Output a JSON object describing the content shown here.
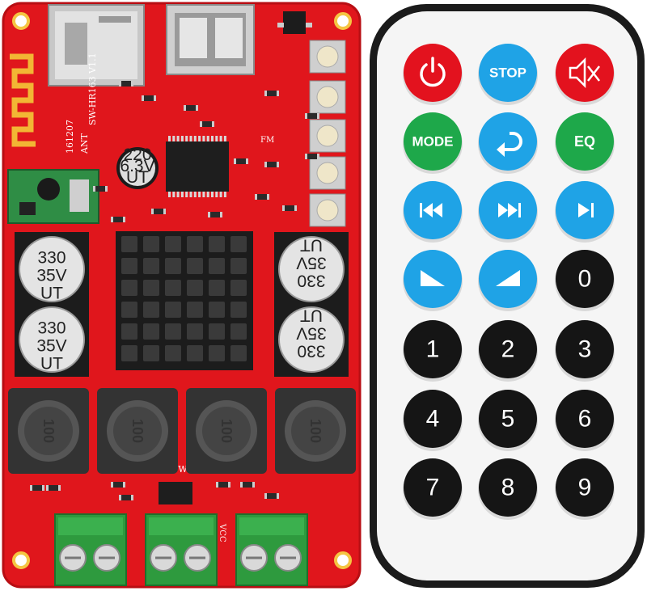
{
  "board": {
    "silkscreen": {
      "model": "SW-HR163 V1.1",
      "date": "161207",
      "ant": "ANT",
      "power": "POWER",
      "vcc": "VCC",
      "fm": "FM"
    },
    "capacitors": [
      {
        "value": "330",
        "voltage": "35V",
        "series": "UT"
      },
      {
        "value": "330",
        "voltage": "35V",
        "series": "UT"
      },
      {
        "value": "330",
        "voltage": "35V",
        "series": "UT"
      },
      {
        "value": "330",
        "voltage": "35V",
        "series": "UT"
      }
    ],
    "small_cap": {
      "value": "220",
      "voltage": "6.3V",
      "series": "UT"
    },
    "inductors": [
      "100",
      "100",
      "100",
      "100"
    ],
    "colors": {
      "pcb": "#e0161c",
      "heatsink": "#1c1c1c",
      "terminal": "#2e9a3e"
    }
  },
  "remote": {
    "colors": {
      "red": "#e3121e",
      "blue": "#1fa3e6",
      "green": "#1ea84a",
      "black": "#151515",
      "body": "#f5f5f5"
    },
    "rows": [
      [
        {
          "label": "",
          "icon": "power-icon",
          "color": "red"
        },
        {
          "label": "STOP",
          "icon": "",
          "color": "blue"
        },
        {
          "label": "",
          "icon": "mute-icon",
          "color": "red"
        }
      ],
      [
        {
          "label": "MODE",
          "icon": "",
          "color": "green"
        },
        {
          "label": "",
          "icon": "return-icon",
          "color": "blue"
        },
        {
          "label": "EQ",
          "icon": "",
          "color": "green"
        }
      ],
      [
        {
          "label": "",
          "icon": "previous-icon",
          "color": "blue"
        },
        {
          "label": "",
          "icon": "next-icon",
          "color": "blue"
        },
        {
          "label": "",
          "icon": "play-pause-icon",
          "color": "blue"
        }
      ],
      [
        {
          "label": "",
          "icon": "volume-down-icon",
          "color": "blue"
        },
        {
          "label": "",
          "icon": "volume-up-icon",
          "color": "blue"
        },
        {
          "label": "0",
          "icon": "",
          "color": "black"
        }
      ],
      [
        {
          "label": "1",
          "icon": "",
          "color": "black"
        },
        {
          "label": "2",
          "icon": "",
          "color": "black"
        },
        {
          "label": "3",
          "icon": "",
          "color": "black"
        }
      ],
      [
        {
          "label": "4",
          "icon": "",
          "color": "black"
        },
        {
          "label": "5",
          "icon": "",
          "color": "black"
        },
        {
          "label": "6",
          "icon": "",
          "color": "black"
        }
      ],
      [
        {
          "label": "7",
          "icon": "",
          "color": "black"
        },
        {
          "label": "8",
          "icon": "",
          "color": "black"
        },
        {
          "label": "9",
          "icon": "",
          "color": "black"
        }
      ]
    ]
  }
}
